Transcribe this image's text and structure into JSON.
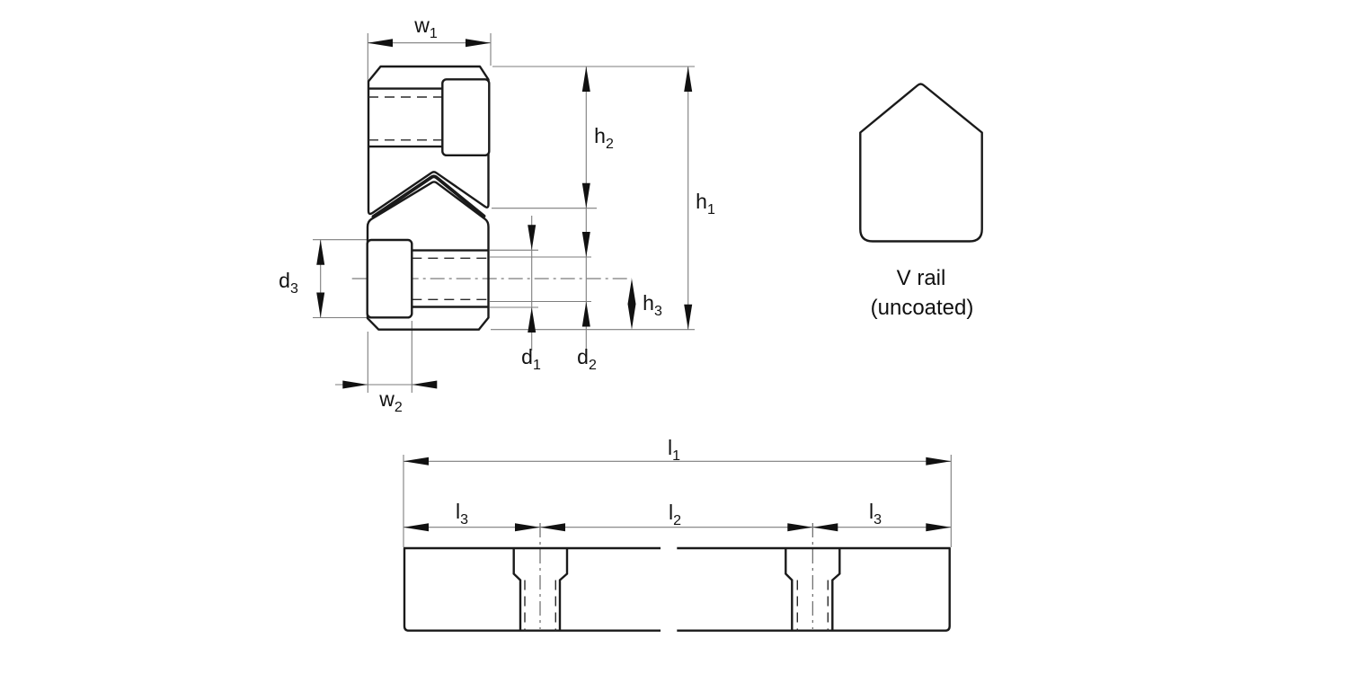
{
  "figure": {
    "type": "technical-drawing",
    "background": "#ffffff",
    "colors": {
      "part_line": "#1a1a1a",
      "dimension_line": "#7d7d7d",
      "text": "#111111"
    },
    "labels": {
      "w1": {
        "main": "w",
        "sub": "1"
      },
      "w2": {
        "main": "w",
        "sub": "2"
      },
      "h1": {
        "main": "h",
        "sub": "1"
      },
      "h2": {
        "main": "h",
        "sub": "2"
      },
      "h3": {
        "main": "h",
        "sub": "3"
      },
      "d1": {
        "main": "d",
        "sub": "1"
      },
      "d2": {
        "main": "d",
        "sub": "2"
      },
      "d3": {
        "main": "d",
        "sub": "3"
      },
      "l1": {
        "main": "l",
        "sub": "1"
      },
      "l2": {
        "main": "l",
        "sub": "2"
      },
      "l3": {
        "main": "l",
        "sub": "3"
      }
    },
    "profile": {
      "caption_line1": "V rail",
      "caption_line2": "(uncoated)"
    }
  }
}
